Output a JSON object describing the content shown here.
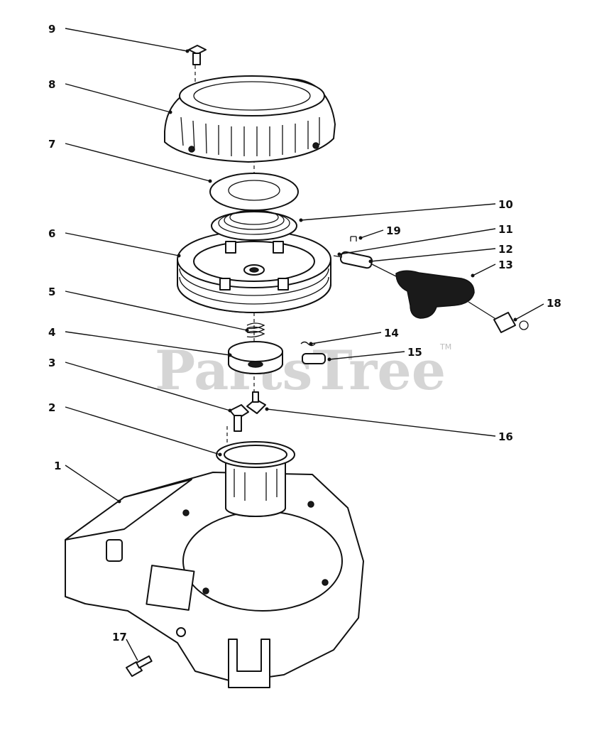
{
  "callouts": [
    {
      "id": "1",
      "label": "1"
    },
    {
      "id": "2",
      "label": "2"
    },
    {
      "id": "3",
      "label": "3"
    },
    {
      "id": "4",
      "label": "4"
    },
    {
      "id": "5",
      "label": "5"
    },
    {
      "id": "6",
      "label": "6"
    },
    {
      "id": "7",
      "label": "7"
    },
    {
      "id": "8",
      "label": "8"
    },
    {
      "id": "9",
      "label": "9"
    },
    {
      "id": "10",
      "label": "10"
    },
    {
      "id": "11",
      "label": "11"
    },
    {
      "id": "12",
      "label": "12"
    },
    {
      "id": "13",
      "label": "13"
    },
    {
      "id": "14",
      "label": "14"
    },
    {
      "id": "15",
      "label": "15"
    },
    {
      "id": "16",
      "label": "16"
    },
    {
      "id": "17",
      "label": "17"
    },
    {
      "id": "18",
      "label": "18"
    },
    {
      "id": "19",
      "label": "19"
    }
  ],
  "watermark": {
    "text": "PartsTree",
    "mark": "TM"
  },
  "colors": {
    "ink": "#111111",
    "watermark": "#c8c8c8",
    "background": "#ffffff"
  }
}
